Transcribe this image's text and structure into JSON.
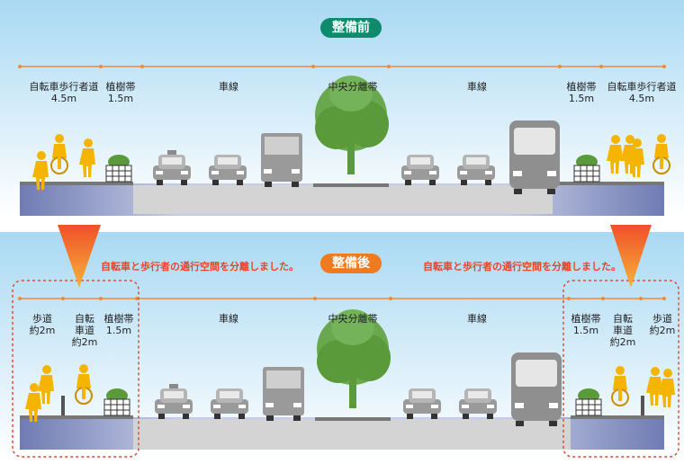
{
  "top": {
    "badge": "整備前",
    "badge_color": "#0e8a6d",
    "labels": {
      "left_sidewalk": "自転車歩行者道",
      "left_sidewalk_width": "4.5m",
      "left_planting": "植樹帯",
      "left_planting_width": "1.5m",
      "left_lane": "車線",
      "median": "中央分離帯",
      "right_lane": "車線",
      "right_planting": "植樹帯",
      "right_planting_width": "1.5m",
      "right_sidewalk": "自転車歩行者道",
      "right_sidewalk_width": "4.5m"
    }
  },
  "bottom": {
    "badge": "整備後",
    "badge_color": "#f07a1f",
    "note_left": "自転車と歩行者の通行空間を分離しました。",
    "note_right": "自転車と歩行者の通行空間を分離しました。",
    "labels": {
      "left_walk_1": "歩道",
      "left_walk_2": "約2m",
      "left_bike_1": "自転",
      "left_bike_2": "車道",
      "left_bike_3": "約2m",
      "left_planting": "植樹帯",
      "left_planting_width": "1.5m",
      "left_lane": "車線",
      "median": "中央分離帯",
      "right_lane": "車線",
      "right_planting": "植樹帯",
      "right_planting_width": "1.5m",
      "right_bike_1": "自転",
      "right_bike_2": "車道",
      "right_bike_3": "約2m",
      "right_walk_1": "歩道",
      "right_walk_2": "約2m"
    }
  },
  "colors": {
    "sky_top": "#bfe3f7",
    "road": "#c9c9c9",
    "ground": "#7b86b8",
    "person": "#f5b400",
    "tree": "#5a9a3a",
    "dim_line": "#f08a3a",
    "arrow": "#f05a2a",
    "dashed_box": "#e04a3a"
  }
}
